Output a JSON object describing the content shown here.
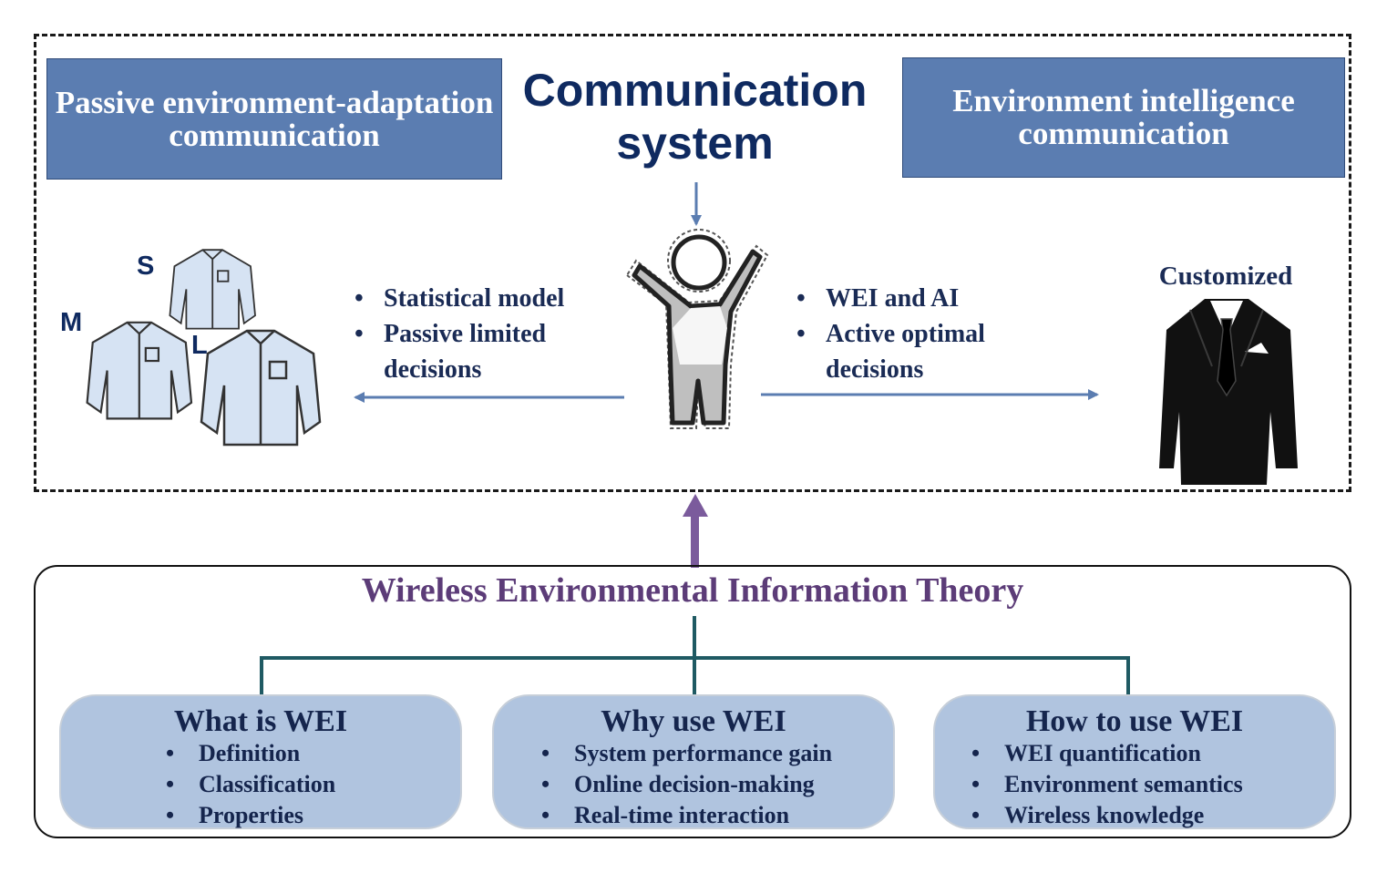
{
  "title": "Communication system",
  "modes": {
    "passive": "Passive environment-adaptation communication",
    "intelligence": "Environment intelligence communication"
  },
  "left_bullets": [
    "Statistical model",
    "Passive limited decisions"
  ],
  "right_bullets": [
    "WEI and AI",
    "Active optimal decisions"
  ],
  "size_labels": {
    "s": "S",
    "m": "M",
    "l": "L"
  },
  "customized_label": "Customized",
  "theory": {
    "title": "Wireless Environmental Information Theory",
    "cards": [
      {
        "title": "What is WEI",
        "items": [
          "Definition",
          "Classification",
          "Properties"
        ]
      },
      {
        "title": "Why use WEI",
        "items": [
          "System performance gain",
          "Online decision-making",
          "Real-time interaction"
        ]
      },
      {
        "title": "How to use WEI",
        "items": [
          "WEI quantification",
          "Environment semantics",
          "Wireless knowledge"
        ]
      }
    ]
  },
  "colors": {
    "mode_box": "#5b7db1",
    "title_navy": "#0f2a60",
    "arrow_blue": "#5b7db1",
    "theory_purple": "#5c3c78",
    "tree_teal": "#1f5a63",
    "card_fill": "#b0c4df",
    "shirt_fill": "#d6e3f3",
    "suit_black": "#111111"
  },
  "icons": [
    "shirt-icon",
    "person-icon",
    "suit-icon"
  ]
}
